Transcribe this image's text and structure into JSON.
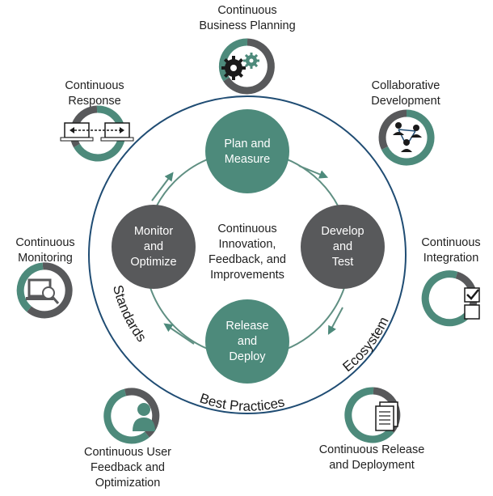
{
  "colors": {
    "teal": "#4d8a7b",
    "dark": "#58595b",
    "navy": "#1f4c73",
    "line": "#5f8f82"
  },
  "center": {
    "lines": [
      "Continuous",
      "Innovation,",
      "Feedback, and",
      "Improvements"
    ]
  },
  "cycle_nodes": [
    {
      "lines": [
        "Plan and",
        "Measure"
      ],
      "color": "teal"
    },
    {
      "lines": [
        "Develop",
        "and",
        "Test"
      ],
      "color": "dark"
    },
    {
      "lines": [
        "Release",
        "and",
        "Deploy"
      ],
      "color": "teal"
    },
    {
      "lines": [
        "Monitor",
        "and",
        "Optimize"
      ],
      "color": "dark"
    }
  ],
  "ring_labels": {
    "left": "Standards",
    "bottom": "Best Practices",
    "right": "Ecosystem"
  },
  "outer_items": [
    {
      "lines": [
        "Continuous",
        "Business Planning"
      ],
      "icon": "gears-icon"
    },
    {
      "lines": [
        "Collaborative",
        "Development"
      ],
      "icon": "people-network-icon"
    },
    {
      "lines": [
        "Continuous",
        "Integration"
      ],
      "icon": "checklist-icon"
    },
    {
      "lines": [
        "Continuous Release",
        "and Deployment"
      ],
      "icon": "documents-icon"
    },
    {
      "lines": [
        "Continuous User",
        "Feedback and",
        "Optimization"
      ],
      "icon": "user-icon"
    },
    {
      "lines": [
        "Continuous",
        "Monitoring"
      ],
      "icon": "monitor-magnifier-icon"
    },
    {
      "lines": [
        "Continuous",
        "Response"
      ],
      "icon": "computers-exchange-icon"
    }
  ]
}
